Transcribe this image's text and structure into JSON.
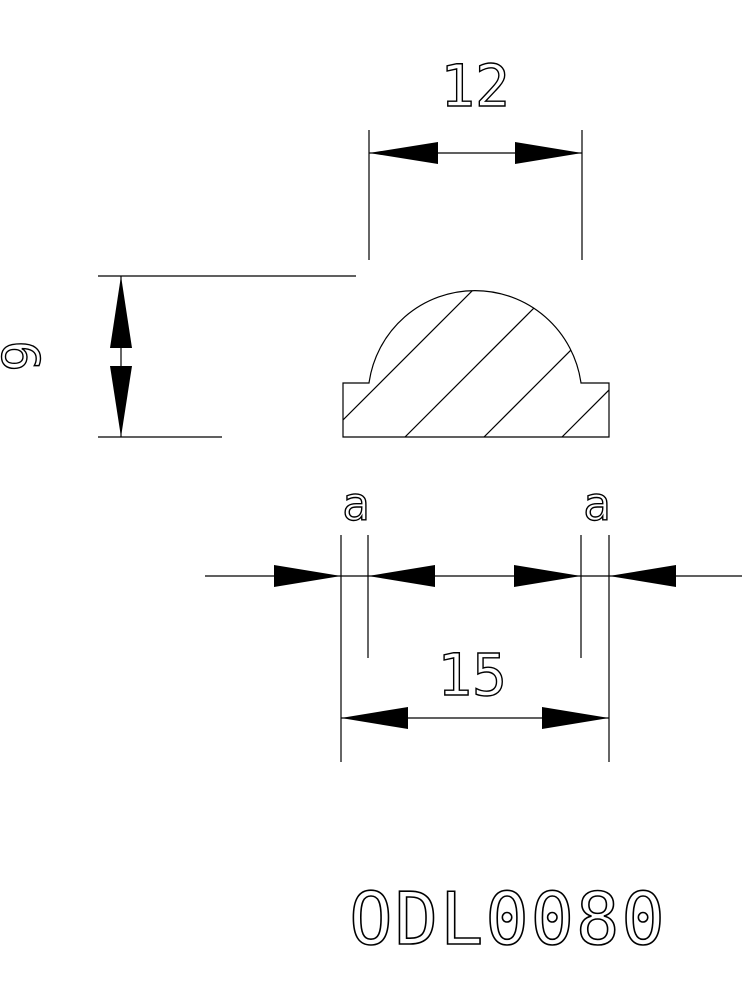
{
  "drawing": {
    "part_code": "ODL0080",
    "dimensions": {
      "top_width": "12",
      "height": "9",
      "bottom_width": "15",
      "left_step": "a",
      "right_step": "a"
    }
  }
}
